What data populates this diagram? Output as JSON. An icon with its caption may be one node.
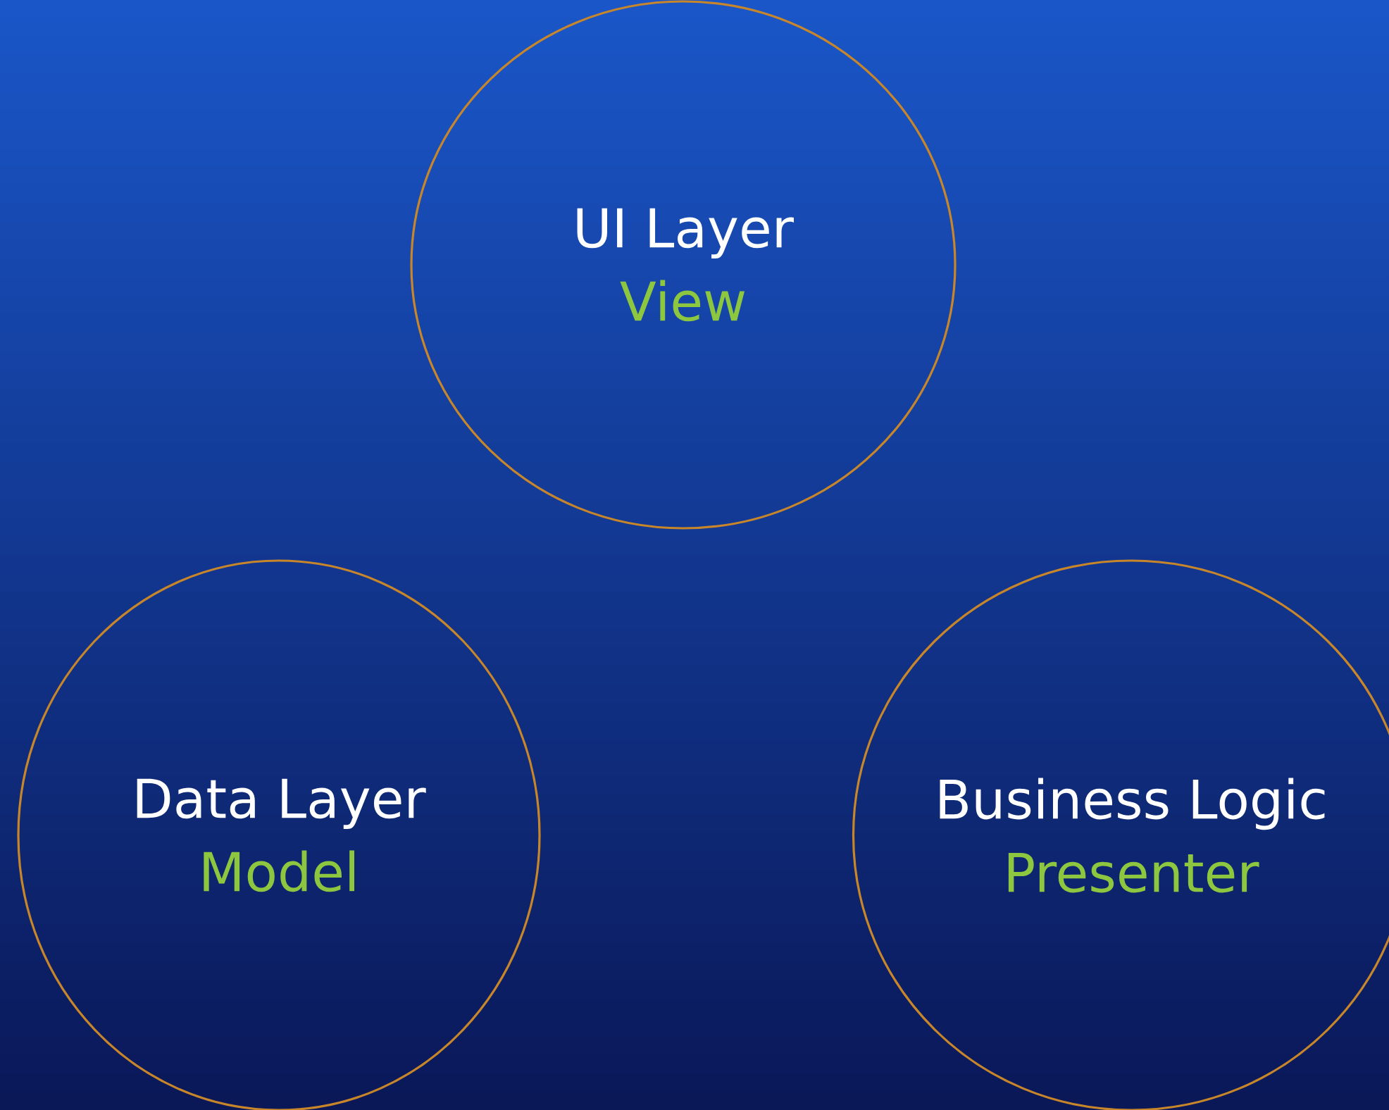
{
  "diagram": {
    "nodes": [
      {
        "text": [
          "UI Layer",
          "View"
        ]
      },
      {
        "text": [
          "Data Layer",
          "Model"
        ]
      },
      {
        "text": [
          "Business Logic",
          "Presenter"
        ]
      }
    ]
  }
}
